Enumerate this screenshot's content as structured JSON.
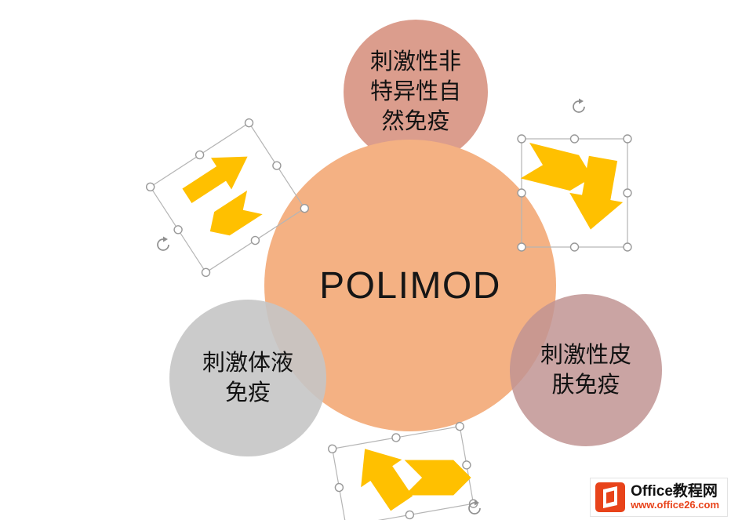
{
  "diagram": {
    "center": {
      "label": "POLIMOD",
      "color": "#F4B183"
    },
    "satellites": [
      {
        "position": "top",
        "label": "刺激性非特异性自然免疫",
        "color": "#DB9D8D"
      },
      {
        "position": "bottom-left",
        "label": "刺激体液免疫",
        "color": "#C5C5C5"
      },
      {
        "position": "bottom-right",
        "label": "刺激性皮肤免疫",
        "color": "#C19493"
      }
    ],
    "arrow_color": "#FFC000"
  },
  "watermark": {
    "site_name": "Office教程网",
    "url": "www.office26.com",
    "brand_color": "#E8431A"
  }
}
